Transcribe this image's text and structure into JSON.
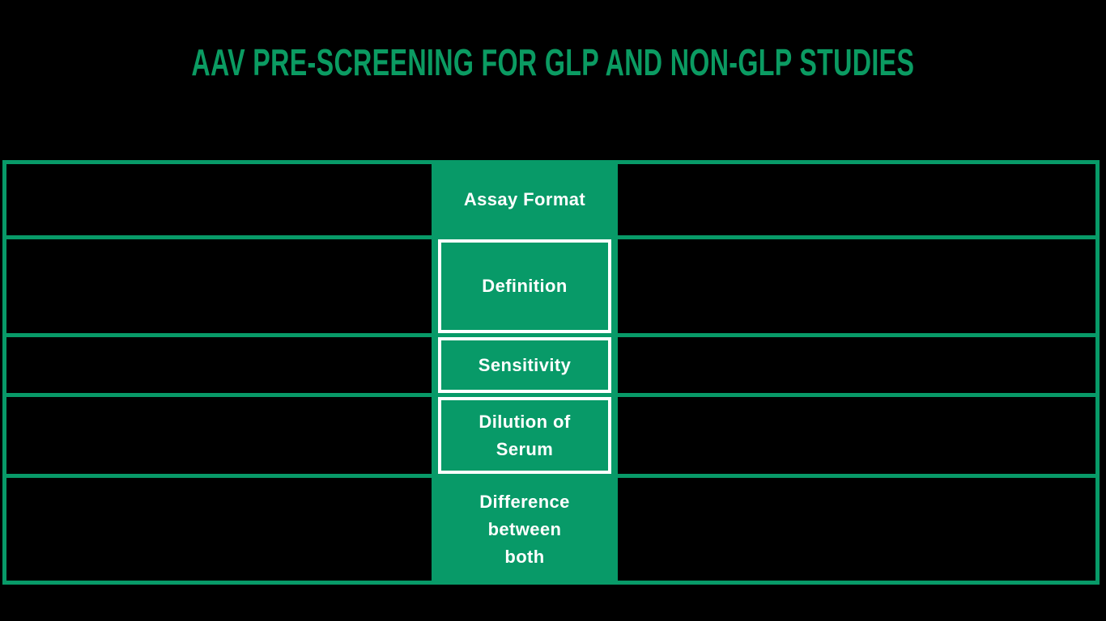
{
  "title": {
    "text": "AAV PRE-SCREENING FOR GLP AND NON-GLP STUDIES"
  },
  "colors": {
    "background": "#000000",
    "table_green": "#089a68",
    "title_green": "#0b9b62",
    "header_text": "#ffffff",
    "header_cell_border": "#ffffff"
  },
  "table": {
    "rows": [
      {
        "label": "Assay Format",
        "left_cell": "",
        "right_cell": ""
      },
      {
        "label": "Definition",
        "left_cell": "",
        "right_cell": ""
      },
      {
        "label": "Sensitivity",
        "left_cell": "",
        "right_cell": ""
      },
      {
        "label": "Dilution of\nSerum",
        "left_cell": "",
        "right_cell": ""
      },
      {
        "label": "Difference\nbetween\nboth",
        "left_cell": "",
        "right_cell": ""
      }
    ]
  },
  "chart_data": {
    "type": "table",
    "title": "AAV PRE-SCREENING FOR GLP AND NON-GLP STUDIES",
    "row_labels": [
      "Assay Format",
      "Definition",
      "Sensitivity",
      "Dilution of Serum",
      "Difference between both"
    ],
    "columns": [
      "left comparison column",
      "row header column",
      "right comparison column"
    ],
    "left_column_values": [
      "",
      "",
      "",
      "",
      ""
    ],
    "right_column_values": [
      "",
      "",
      "",
      "",
      ""
    ],
    "layout": {
      "header_column_position": "center",
      "left_and_right_cells": "empty (black)",
      "grid_lines": "green",
      "header_cells_with_white_border": [
        "Definition",
        "Sensitivity",
        "Dilution of Serum"
      ]
    }
  }
}
